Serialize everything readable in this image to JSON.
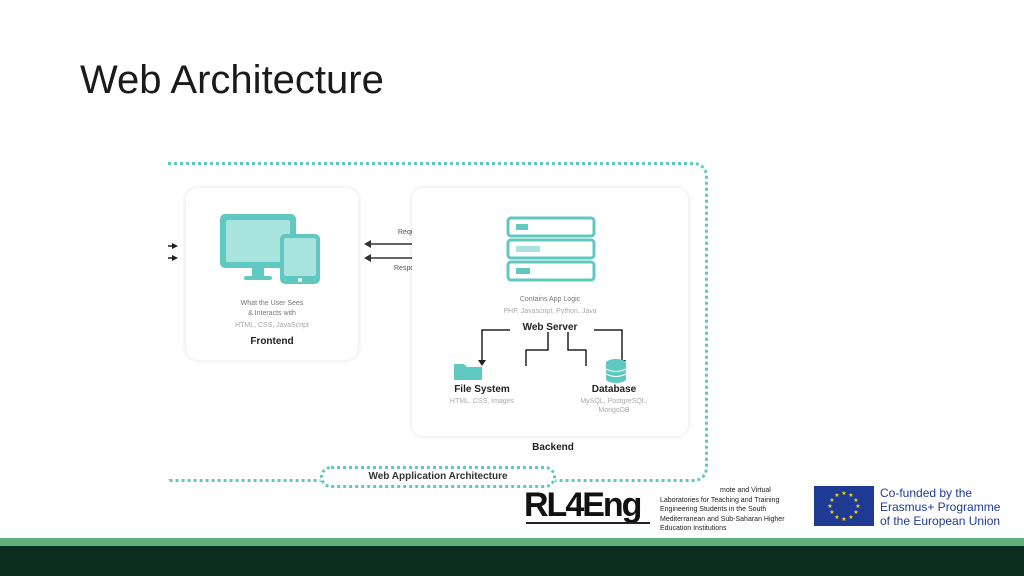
{
  "slide": {
    "title": "Web Architecture"
  },
  "diagram": {
    "frontend": {
      "desc_line1": "What the User Sees",
      "desc_line2": "& Interacts with",
      "tech": "HTML, CSS, JavaScript",
      "label": "Frontend"
    },
    "arrows": {
      "request": "Request",
      "response": "Response"
    },
    "backend": {
      "logic": "Contains App Logic",
      "logic_tech": "PHP, Javascript, Python, Java",
      "web_server": "Web Server",
      "file_system": "File System",
      "file_system_tech": "HTML, CSS, Images",
      "database": "Database",
      "database_tech_line1": "MySQL, PostgreSQL,",
      "database_tech_line2": "MongoDB",
      "label": "Backend"
    },
    "footer": "Web Application Architecture"
  },
  "logos": {
    "rl4eng": "RL4Eng",
    "rl4eng_desc": [
      "mote and Virtual",
      "Laboratories for Teaching and Training",
      "Engineering Students in the South",
      "Mediterranean and Sub-Saharan Higher",
      "Education Institutions"
    ],
    "eu_text": [
      "Co-funded by the",
      "Erasmus+ Programme",
      "of the European Union"
    ]
  },
  "colors": {
    "accent": "#5fc8c0",
    "green_band": "#5db07a",
    "dark_band": "#0d2c20",
    "eu_blue": "#1f3a93"
  }
}
